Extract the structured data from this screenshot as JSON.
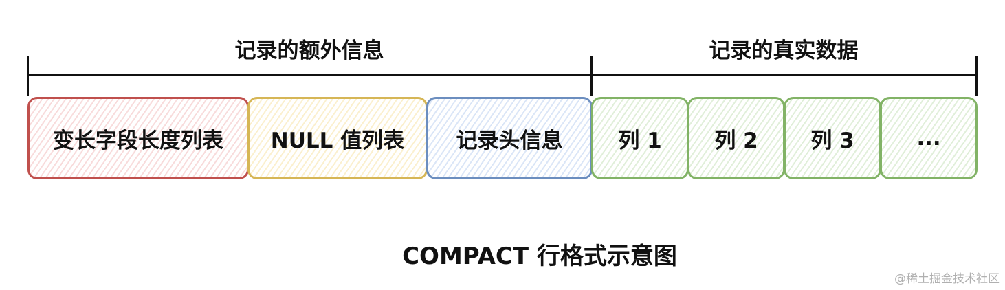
{
  "sections": {
    "extra_info": "记录的额外信息",
    "real_data": "记录的真实数据"
  },
  "fields": [
    {
      "label": "变长字段长度列表",
      "border": "#c0504d",
      "fill": "#f8dcdc"
    },
    {
      "label": "NULL 值列表",
      "border": "#d6b656",
      "fill": "#fbf0cf"
    },
    {
      "label": "记录头信息",
      "border": "#6c8ebf",
      "fill": "#dbe6f7"
    },
    {
      "label": "列 1",
      "border": "#82b366",
      "fill": "#e1efda"
    },
    {
      "label": "列 2",
      "border": "#82b366",
      "fill": "#e1efda"
    },
    {
      "label": "列 3",
      "border": "#82b366",
      "fill": "#e1efda"
    },
    {
      "label": "...",
      "border": "#82b366",
      "fill": "#e1efda"
    }
  ],
  "caption": "COMPACT 行格式示意图",
  "watermark": "@稀土掘金技术社区"
}
